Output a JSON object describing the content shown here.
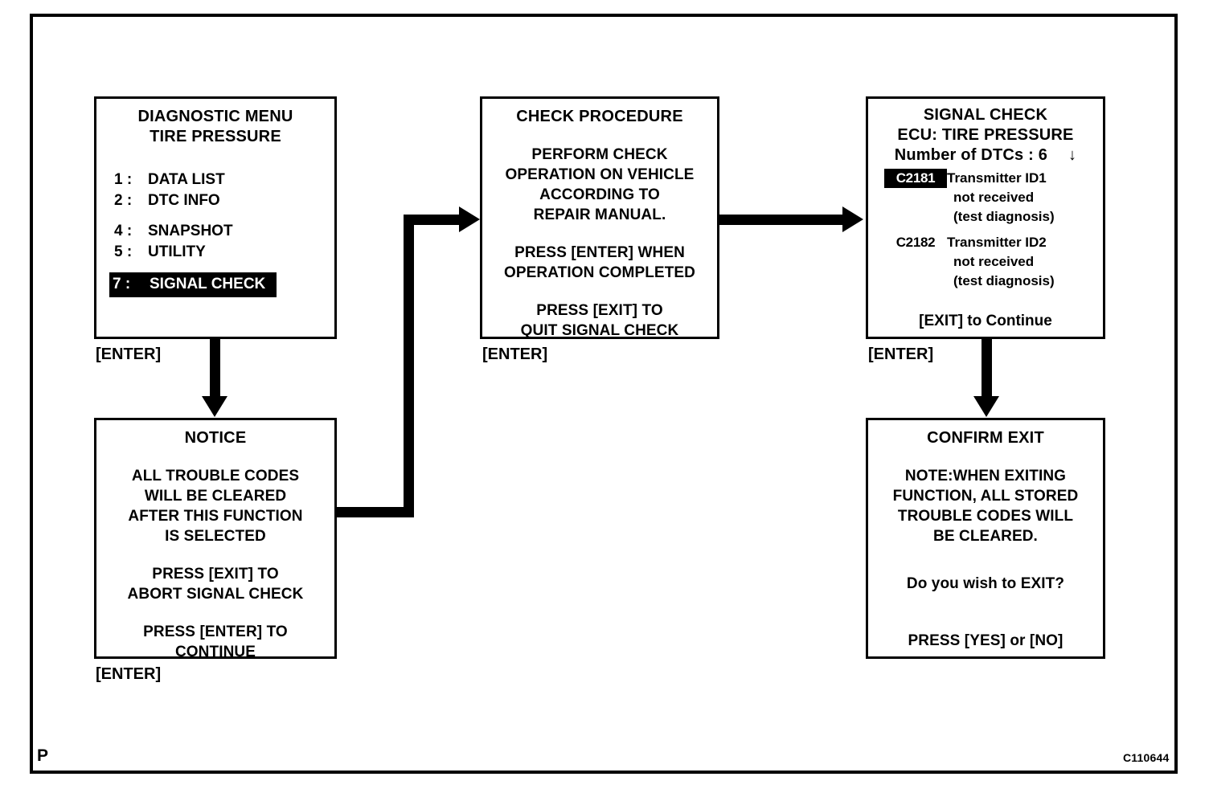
{
  "figure": {
    "page_mark": "P",
    "figure_id": "C110644"
  },
  "boxes": {
    "diagnostic_menu": {
      "title_line1": "DIAGNOSTIC MENU",
      "title_line2": "TIRE PRESSURE",
      "items": [
        {
          "number": "1 :",
          "label": "DATA LIST",
          "selected": false
        },
        {
          "number": "2 :",
          "label": "DTC INFO",
          "selected": false
        },
        {
          "number": "4 :",
          "label": "SNAPSHOT",
          "selected": false
        },
        {
          "number": "5 :",
          "label": "UTILITY",
          "selected": false
        },
        {
          "number": "7 :",
          "label": "SIGNAL CHECK",
          "selected": true
        }
      ],
      "key_label": "[ENTER]"
    },
    "notice": {
      "title": "NOTICE",
      "line1": "ALL TROUBLE CODES",
      "line2": "WILL BE CLEARED",
      "line3": "AFTER THIS FUNCTION",
      "line4": "IS SELECTED",
      "line5": "PRESS [EXIT] TO",
      "line6": "ABORT SIGNAL CHECK",
      "line7": "PRESS [ENTER] TO",
      "line8": "CONTINUE",
      "key_label": "[ENTER]"
    },
    "check_procedure": {
      "title": "CHECK PROCEDURE",
      "line1": "PERFORM CHECK",
      "line2": "OPERATION ON VEHICLE",
      "line3": "ACCORDING TO",
      "line4": "REPAIR MANUAL.",
      "line5": "PRESS [ENTER] WHEN",
      "line6": "OPERATION COMPLETED",
      "line7": "PRESS [EXIT] TO",
      "line8": "QUIT SIGNAL CHECK",
      "key_label": "[ENTER]"
    },
    "signal_check": {
      "title": "SIGNAL CHECK",
      "ecu_line": "ECU: TIRE PRESSURE",
      "dtc_count_line": "Number of DTCs : 6",
      "scroll_arrow": "↓",
      "dtcs": [
        {
          "code": "C2181",
          "highlighted": true,
          "desc_line1": "Transmitter ID1",
          "desc_line2": "not received",
          "desc_line3": "(test diagnosis)"
        },
        {
          "code": "C2182",
          "highlighted": false,
          "desc_line1": "Transmitter ID2",
          "desc_line2": "not received",
          "desc_line3": "(test diagnosis)"
        }
      ],
      "footer": "[EXIT] to Continue",
      "key_label": "[ENTER]"
    },
    "confirm_exit": {
      "title": "CONFIRM EXIT",
      "line1": "NOTE:WHEN EXITING",
      "line2": "FUNCTION, ALL STORED",
      "line3": "TROUBLE CODES WILL",
      "line4": "BE CLEARED.",
      "question": "Do you wish to EXIT?",
      "prompt": "PRESS  [YES] or [NO]"
    }
  }
}
